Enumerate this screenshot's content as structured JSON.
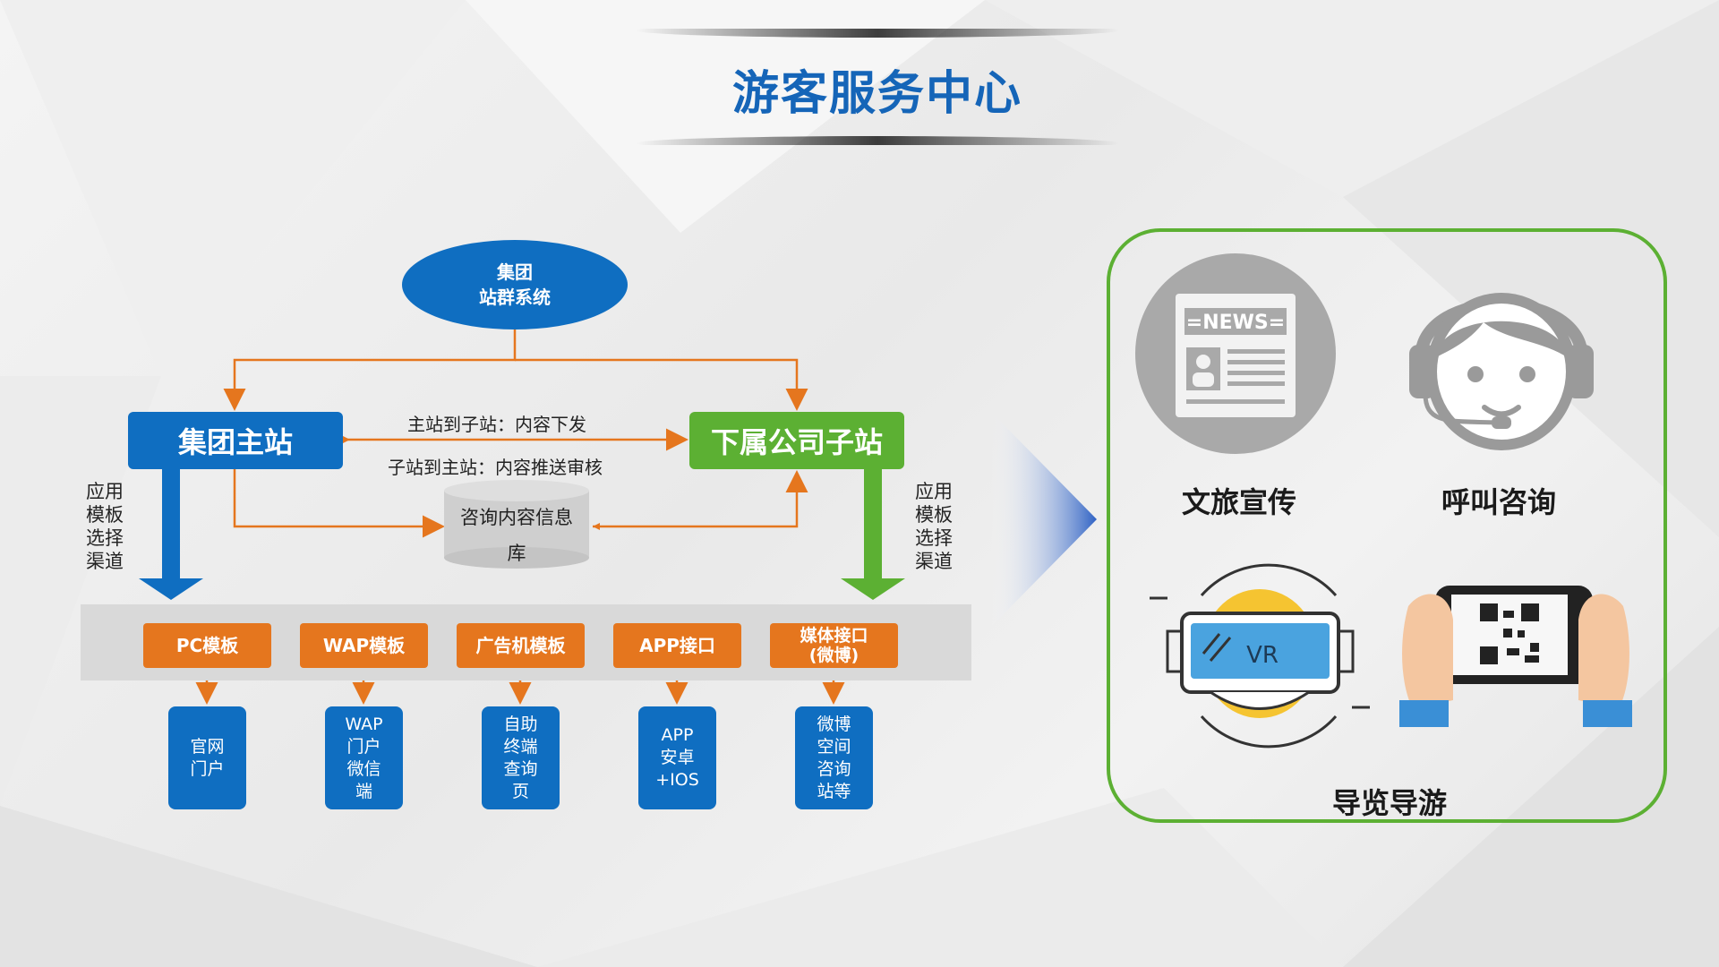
{
  "title": "游客服务中心",
  "diagram": {
    "root": "集团\n站群系统",
    "root_lines": [
      "集团",
      "站群系统"
    ],
    "group_site": "集团主站",
    "sub_site": "下属公司子站",
    "edge_down": "主站到子站：内容下发",
    "edge_up": "子站到主站：内容推送审核",
    "database": "咨询内容信息库",
    "database_lines": [
      "咨询内容信息",
      "库"
    ],
    "left_channel_label": "应用\n模板\n选择\n渠道",
    "right_channel_label": "应用\n模板\n选择\n渠道",
    "templates": [
      "PC模板",
      "WAP模板",
      "广告机模板",
      "APP接口",
      "媒体接口\n(微博)"
    ],
    "channels": [
      "官网\n门户",
      "WAP\n门户\n微信\n端",
      "自助\n终端\n查询\n页",
      "APP\n安卓\n+IOS",
      "微博\n空间\n咨询\n站等"
    ]
  },
  "services": {
    "news_badge": "=NEWS=",
    "promo": "文旅宣传",
    "call": "呼叫咨询",
    "vr_badge": "VR",
    "guide": "导览导游"
  },
  "colors": {
    "blue": "#0f6ec1",
    "green": "#5cb033",
    "orange": "#e5761e",
    "title_blue": "#1565b8"
  }
}
